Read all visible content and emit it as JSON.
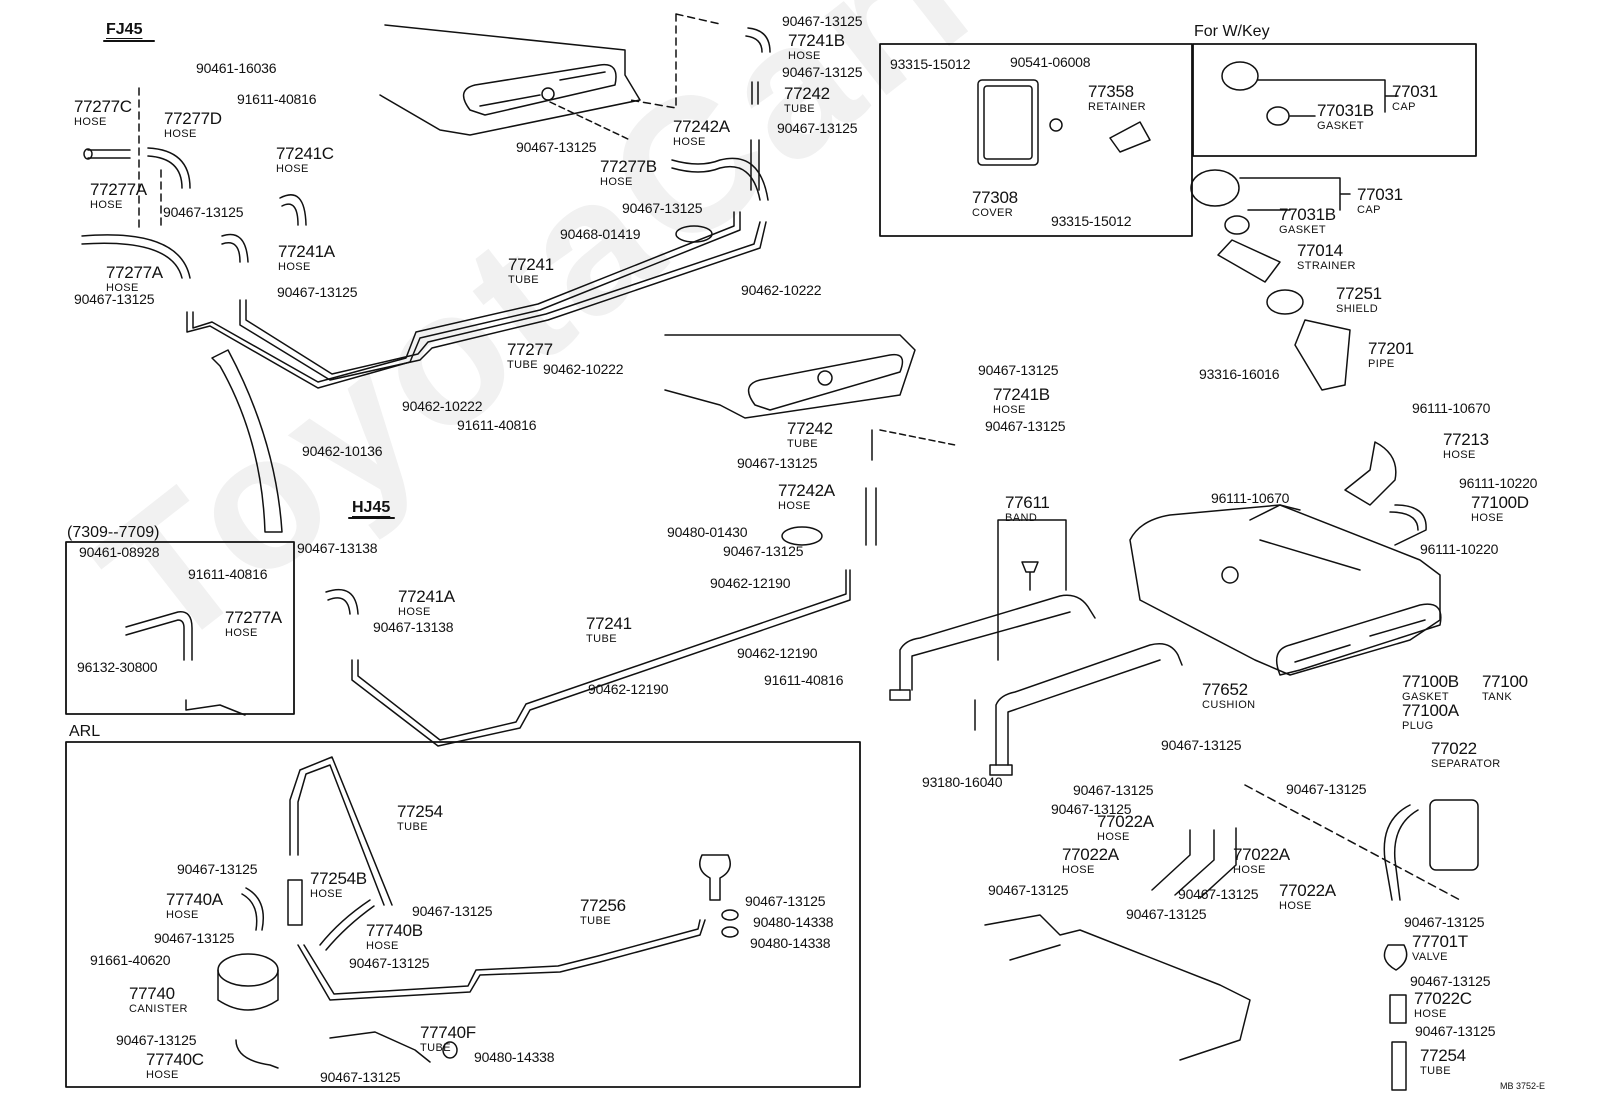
{
  "diagram": {
    "title_code": "MB 3752-E",
    "watermark": "ToyotaCarNine.ru",
    "sections": {
      "fj45": "FJ45",
      "hj45": "HJ45",
      "inset_7309_7709": "(7309--7709)",
      "arl": "ARL",
      "for_w_key": "For W/Key"
    },
    "part_numbers": [
      "90461-16036",
      "91611-40816",
      "90467-13125",
      "90467-13125",
      "90467-13125",
      "90467-13125",
      "90467-13125",
      "90467-13125",
      "90467-13125",
      "90467-13125",
      "90468-01419",
      "90462-10222",
      "90462-10222",
      "90462-10222",
      "91611-40816",
      "90462-10136",
      "90467-13125",
      "90467-13125",
      "90467-13125",
      "90467-13125",
      "90480-01430",
      "90467-13125",
      "90462-12190",
      "90462-12190",
      "91611-40816",
      "90462-12190",
      "90467-13138",
      "90467-13138",
      "90461-08928",
      "91611-40816",
      "96132-30800",
      "93315-15012",
      "90541-06008",
      "93315-15012",
      "93316-16016",
      "96111-10670",
      "96111-10670",
      "96111-10220",
      "96111-10220",
      "93180-16040",
      "90467-13125",
      "90467-13125",
      "90467-13125",
      "90467-13125",
      "90467-13125",
      "90467-13125",
      "90467-13125",
      "90467-13125",
      "90467-13125",
      "90467-13125",
      "90467-13125",
      "90467-13125",
      "90467-13125",
      "90467-13125",
      "91661-40620",
      "90467-13125",
      "90467-13125",
      "90467-13125",
      "90480-14338",
      "90480-14338",
      "90480-14338"
    ],
    "named_parts": [
      {
        "num": "77277C",
        "desc": "HOSE"
      },
      {
        "num": "77277D",
        "desc": "HOSE"
      },
      {
        "num": "77241C",
        "desc": "HOSE"
      },
      {
        "num": "77277A",
        "desc": "HOSE"
      },
      {
        "num": "77277A",
        "desc": "HOSE"
      },
      {
        "num": "77241A",
        "desc": "HOSE"
      },
      {
        "num": "77241B",
        "desc": "HOSE"
      },
      {
        "num": "77242",
        "desc": "TUBE"
      },
      {
        "num": "77242A",
        "desc": "HOSE"
      },
      {
        "num": "77277B",
        "desc": "HOSE"
      },
      {
        "num": "77241",
        "desc": "TUBE"
      },
      {
        "num": "77277",
        "desc": "TUBE"
      },
      {
        "num": "77358",
        "desc": "RETAINER"
      },
      {
        "num": "77308",
        "desc": "COVER"
      },
      {
        "num": "77031",
        "desc": "CAP"
      },
      {
        "num": "77031B",
        "desc": "GASKET"
      },
      {
        "num": "77031",
        "desc": "CAP"
      },
      {
        "num": "77031B",
        "desc": "GASKET"
      },
      {
        "num": "77014",
        "desc": "STRAINER"
      },
      {
        "num": "77251",
        "desc": "SHIELD"
      },
      {
        "num": "77201",
        "desc": "PIPE"
      },
      {
        "num": "77213",
        "desc": "HOSE"
      },
      {
        "num": "77100D",
        "desc": "HOSE"
      },
      {
        "num": "77241B",
        "desc": "HOSE"
      },
      {
        "num": "77242",
        "desc": "TUBE"
      },
      {
        "num": "77242A",
        "desc": "HOSE"
      },
      {
        "num": "77241A",
        "desc": "HOSE"
      },
      {
        "num": "77241",
        "desc": "TUBE"
      },
      {
        "num": "77277A",
        "desc": "HOSE"
      },
      {
        "num": "77611",
        "desc": "BAND"
      },
      {
        "num": "77652",
        "desc": "CUSHION"
      },
      {
        "num": "77100B",
        "desc": "GASKET"
      },
      {
        "num": "77100",
        "desc": "TANK"
      },
      {
        "num": "77100A",
        "desc": "PLUG"
      },
      {
        "num": "77022",
        "desc": "SEPARATOR"
      },
      {
        "num": "77022A",
        "desc": "HOSE"
      },
      {
        "num": "77022A",
        "desc": "HOSE"
      },
      {
        "num": "77022A",
        "desc": "HOSE"
      },
      {
        "num": "77022A",
        "desc": "HOSE"
      },
      {
        "num": "77701T",
        "desc": "VALVE"
      },
      {
        "num": "77022C",
        "desc": "HOSE"
      },
      {
        "num": "77254",
        "desc": "TUBE"
      },
      {
        "num": "77254",
        "desc": "TUBE"
      },
      {
        "num": "77254B",
        "desc": "HOSE"
      },
      {
        "num": "77740A",
        "desc": "HOSE"
      },
      {
        "num": "77740B",
        "desc": "HOSE"
      },
      {
        "num": "77740",
        "desc": "CANISTER"
      },
      {
        "num": "77740C",
        "desc": "HOSE"
      },
      {
        "num": "77740F",
        "desc": "TUBE"
      },
      {
        "num": "77256",
        "desc": "TUBE"
      }
    ]
  }
}
